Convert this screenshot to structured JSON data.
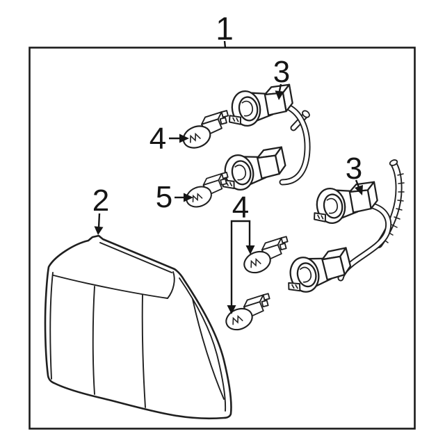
{
  "figure": {
    "type": "exploded-parts-diagram",
    "subject": "tail lamp assembly",
    "background_color": "#ffffff",
    "line_color": "#1f1f1f",
    "callouts": {
      "assembly": "1",
      "lens": "2",
      "harness_top": "3",
      "harness_right": "3",
      "bulb_single": "4",
      "bulb_pair": "4",
      "bulb_small": "5"
    }
  }
}
